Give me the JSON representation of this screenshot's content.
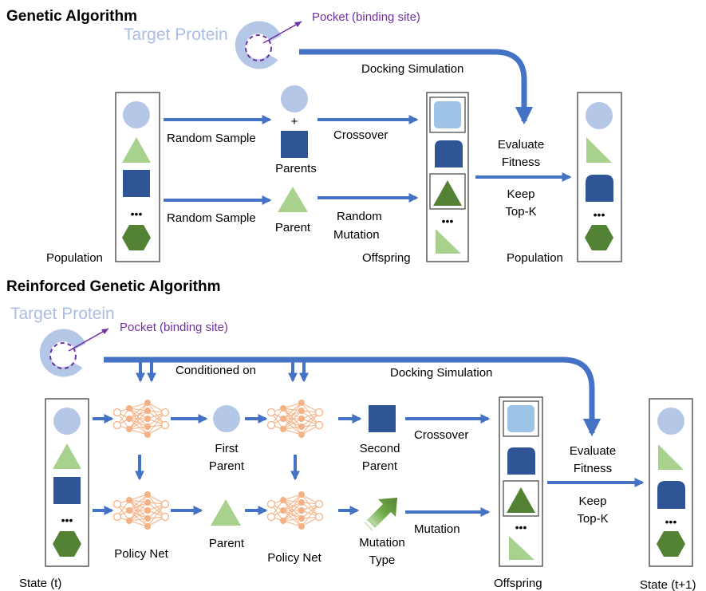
{
  "colors": {
    "arrow": "#4472c4",
    "light_blue_shape": "#aabde3",
    "mid_blue_shape": "#9dc3e6",
    "dark_blue_shape": "#2f5597",
    "light_green_shape": "#a9d18e",
    "dark_green_shape": "#548235",
    "protein": "#b4c7e7",
    "pocket": "#7030a0",
    "neuron": "#f4b183"
  },
  "ga": {
    "title": "Genetic Algorithm",
    "target_protein": "Target Protein",
    "pocket": "Pocket (binding site)",
    "docking": "Docking Simulation",
    "random_sample_1": "Random Sample",
    "random_sample_2": "Random Sample",
    "plus": "+",
    "parents": "Parents",
    "parent": "Parent",
    "crossover": "Crossover",
    "random_mutation_1": "Random",
    "random_mutation_2": "Mutation",
    "evaluate_1": "Evaluate",
    "evaluate_2": "Fitness",
    "keep_1": "Keep",
    "keep_2": "Top-K",
    "population_in": "Population",
    "offspring": "Offspring",
    "population_out": "Population",
    "dots": "•••"
  },
  "rga": {
    "title": "Reinforced Genetic Algorithm",
    "target_protein": "Target Protein",
    "pocket": "Pocket (binding site)",
    "conditioned_on": "Conditioned on",
    "docking": "Docking Simulation",
    "first_parent_1": "First",
    "first_parent_2": "Parent",
    "second_parent_1": "Second",
    "second_parent_2": "Parent",
    "crossover": "Crossover",
    "mutation": "Mutation",
    "parent": "Parent",
    "mutation_type_1": "Mutation",
    "mutation_type_2": "Type",
    "policy_net_1": "Policy Net",
    "policy_net_2": "Policy Net",
    "evaluate_1": "Evaluate",
    "evaluate_2": "Fitness",
    "keep_1": "Keep",
    "keep_2": "Top-K",
    "state_t": "State (t)",
    "offspring": "Offspring",
    "state_t1": "State (t+1)",
    "dots": "•••"
  }
}
